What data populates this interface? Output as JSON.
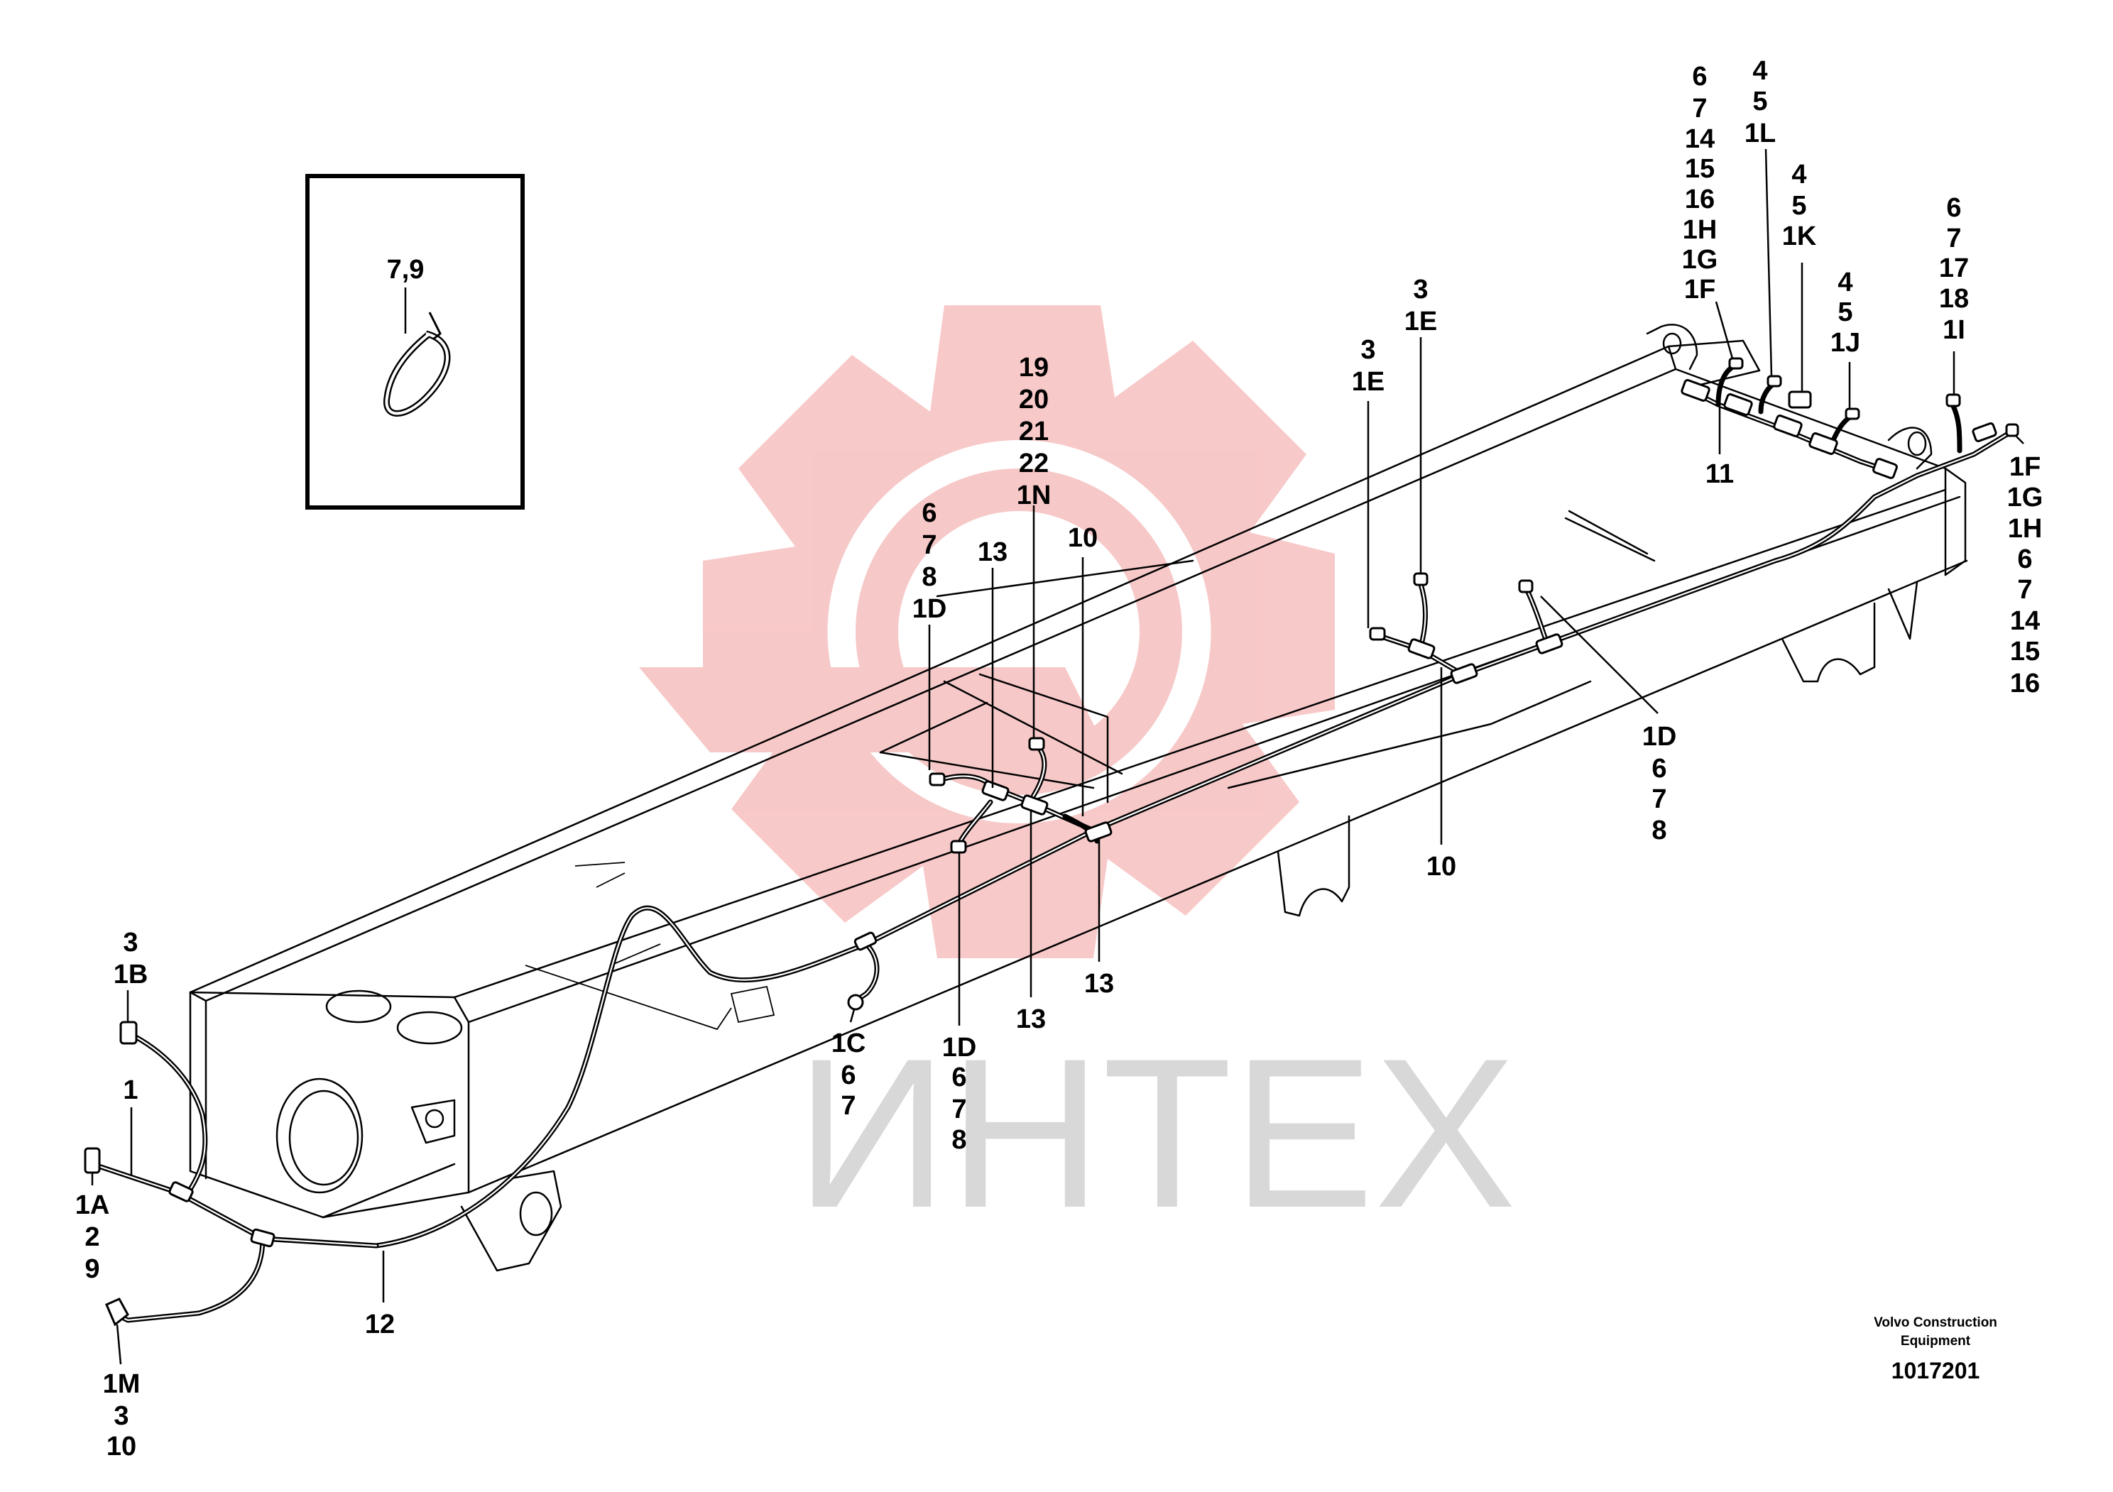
{
  "watermark": {
    "text": "ИНТЕХ",
    "gear_color": "#f7c3c3",
    "text_color": "#d8d8d8"
  },
  "detail_box": {
    "label": "7,9"
  },
  "callouts": {
    "c19": [
      "19",
      "20",
      "21",
      "22",
      "1N"
    ],
    "c6a": [
      "6",
      "7",
      "8",
      "1D"
    ],
    "c13a": [
      "13"
    ],
    "c10a": [
      "10"
    ],
    "c3a": [
      "3",
      "1E"
    ],
    "c3b": [
      "3",
      "1E"
    ],
    "c6b": [
      "6",
      "7",
      "14",
      "15",
      "16",
      "1H",
      "1G",
      "1F"
    ],
    "c4a": [
      "4",
      "5",
      "1L"
    ],
    "c4b": [
      "4",
      "5",
      "1K"
    ],
    "c4c": [
      "4",
      "5",
      "1J"
    ],
    "c11": [
      "11"
    ],
    "c6c": [
      "6",
      "7",
      "17",
      "18",
      "1I"
    ],
    "c1f": [
      "1F",
      "1G",
      "1H",
      "6",
      "7",
      "14",
      "15",
      "16"
    ],
    "c1d_right": [
      "1D",
      "6",
      "7",
      "8"
    ],
    "c10b": [
      "10"
    ],
    "c13b": [
      "13"
    ],
    "c13c": [
      "13"
    ],
    "c1d_mid": [
      "1D",
      "6",
      "7",
      "8"
    ],
    "c1c": [
      "1C",
      "6",
      "7"
    ],
    "c3_1b": [
      "3",
      "1B"
    ],
    "c1": [
      "1"
    ],
    "c1a": [
      "1A",
      "2",
      "9"
    ],
    "c12": [
      "12"
    ],
    "c1m": [
      "1M",
      "3",
      "10"
    ]
  },
  "footer": {
    "company_line1": "Volvo Construction",
    "company_line2": "Equipment",
    "part_number": "1017201"
  }
}
